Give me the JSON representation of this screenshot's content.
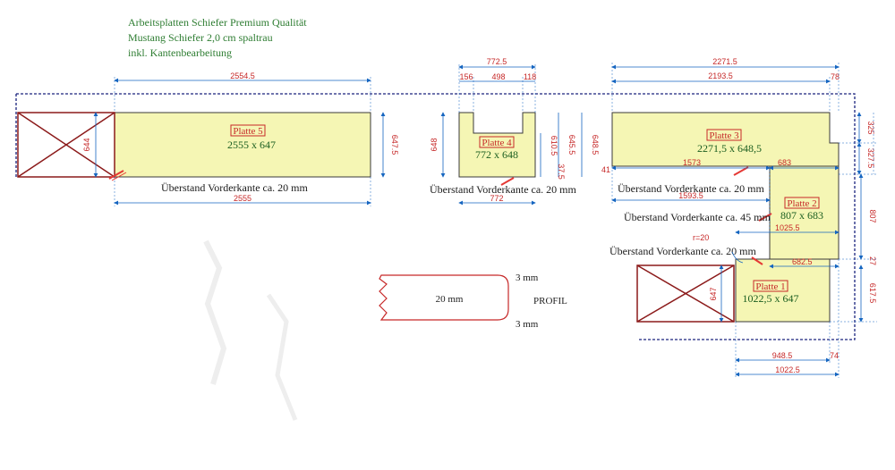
{
  "notes": [
    "Arbeitsplatten Schiefer Premium Qualität",
    "Mustang Schiefer 2,0 cm spaltrau",
    "inkl. Kantenbearbeitung"
  ],
  "colors": {
    "slab_fill": "#f5f6b4",
    "slab_edge": "#3a3a3a",
    "dim_line": "#1565c0",
    "dim_text": "#c62828",
    "label_box": "#c62828",
    "outline_dashed": "#1a237e",
    "hob_edge": "#8b1a1a",
    "note_text": "#2e7d32"
  },
  "plates": {
    "p5": {
      "label": "Platte 5",
      "size": "2555 x 647"
    },
    "p4": {
      "label": "Platte 4",
      "size": "772 x 648"
    },
    "p3": {
      "label": "Platte 3",
      "size": "2271,5 x 648,5"
    },
    "p2": {
      "label": "Platte 2",
      "size": "807 x 683"
    },
    "p1": {
      "label": "Platte 1",
      "size": "1022,5 x 647"
    }
  },
  "overhangs": {
    "p5": "Überstand Vorderkante ca. 20 mm",
    "p4": "Überstand Vorderkante ca. 20 mm",
    "p3": "Überstand Vorderkante ca. 20 mm",
    "p2": "Überstand Vorderkante ca. 45 mm",
    "p1": "Überstand Vorderkante ca. 20 mm"
  },
  "dims": {
    "p5_top": "2554.5",
    "p5_bottom": "2555",
    "p5_right": "647.5",
    "p5_left": "644",
    "p4_top": "772.5",
    "p4_seg1": "156",
    "p4_seg2": "498",
    "p4_seg3": "118",
    "p4_bottom": "772",
    "p4_left": "648",
    "p4_right1": "610.5",
    "p4_right2": "645.5",
    "p4_right3": "648.5",
    "p4_small": "37.5",
    "p3_top": "2271.5",
    "p3_top2": "2193.5",
    "p3_top_small": "78",
    "p3_inner": "1573",
    "p3_inner_right": "683",
    "p3_lower": "1593.5",
    "p3_left_small": "41",
    "r_right1": "325",
    "r_right2": "327.5",
    "r_right3": "807",
    "r_right4": "617.5",
    "r_right_small": "27",
    "p2_bottom": "1025.5",
    "p1_top": "682.5",
    "p1_left": "647",
    "p1_bottom1": "948.5",
    "p1_bottom_small": "74",
    "p1_bottom2": "1022.5",
    "radius": "r=20"
  },
  "profile": {
    "thickness": "20 mm",
    "top": "3 mm",
    "bottom": "3 mm",
    "label": "PROFIL"
  }
}
